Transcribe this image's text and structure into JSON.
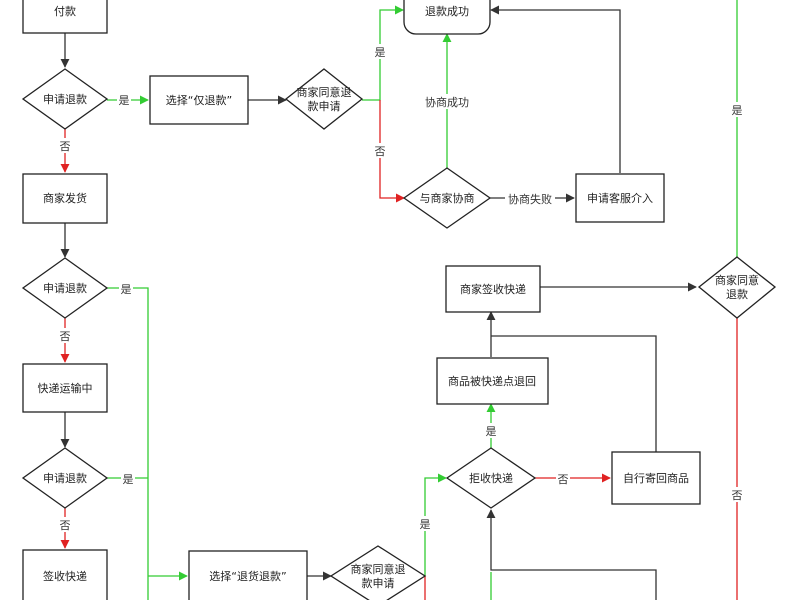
{
  "colors": {
    "yes": "#33cc33",
    "no": "#e02222",
    "neutral": "#333333"
  },
  "nodes": {
    "pay": "付款",
    "d_refund1": "申请退款",
    "sel_refund_only": "选择“仅退款”",
    "d_merchant_agree1": [
      "商家同意退",
      "款申请"
    ],
    "refund_success": "退款成功",
    "negotiate": "与商家协商",
    "cs": "申请客服介入",
    "merchant_ship": "商家发货",
    "d_refund2": "申请退款",
    "in_transit": "快递运输中",
    "d_refund3": "申请退款",
    "sign": "签收快递",
    "sel_return_refund": "选择“退货退款”",
    "d_merchant_agree2": [
      "商家同意退",
      "款申请"
    ],
    "reject": "拒收快递",
    "returned_by_courier": "商品被快递点退回",
    "self_return": "自行寄回商品",
    "merchant_sign": "商家签收快递",
    "d_merchant_agree3": [
      "商家同意",
      "退款"
    ]
  },
  "labels": {
    "yes": "是",
    "no": "否",
    "negotiate_ok": "协商成功",
    "negotiate_fail": "协商失败"
  }
}
